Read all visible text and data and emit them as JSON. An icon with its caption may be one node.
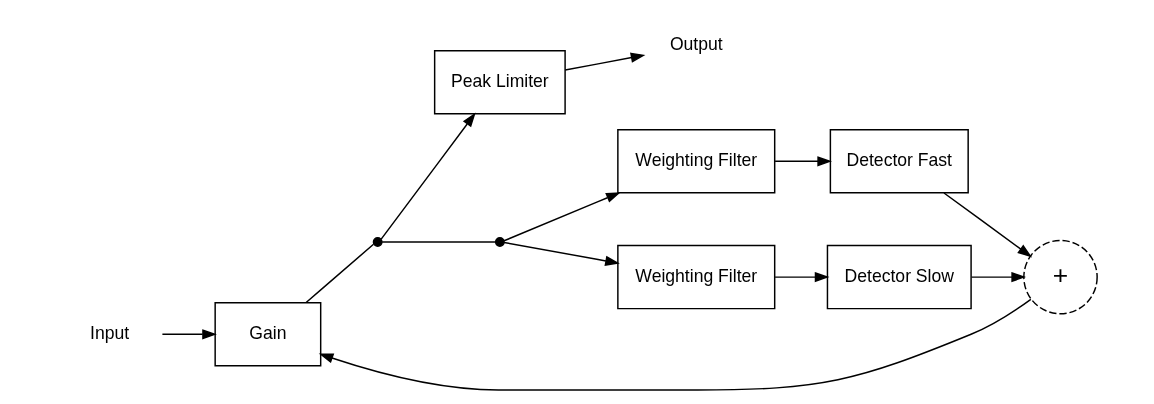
{
  "diagram": {
    "nodes": [
      {
        "text": [
          "Input"
        ]
      },
      {
        "text": [
          "Gain"
        ]
      },
      {
        "text": [],
        "shape": "circle"
      },
      {
        "text": [
          "Peak Limiter"
        ]
      },
      {
        "text": [
          "Output"
        ]
      },
      {
        "text": [
          "Detector Fast"
        ]
      },
      {
        "text": [
          "Weighting Filter"
        ]
      },
      {
        "text": [],
        "shape": "circle"
      },
      {
        "text": [
          "+"
        ]
      },
      {
        "text": [
          "Detector Slow"
        ]
      },
      {
        "text": [
          "Weighting Filter"
        ]
      }
    ],
    "edges": [
      {
        "from": 0,
        "to": 1,
        "arrow": "to"
      },
      {
        "from": 1,
        "to": 2,
        "arrow": "none"
      },
      {
        "from": 2,
        "to": 3,
        "arrow": "to"
      },
      {
        "from": 3,
        "to": 4,
        "arrow": "to"
      },
      {
        "from": 2,
        "to": 7,
        "arrow": "none"
      },
      {
        "from": 7,
        "to": 6,
        "arrow": "to"
      },
      {
        "from": 7,
        "to": 10,
        "arrow": "to"
      },
      {
        "from": 6,
        "to": 5,
        "arrow": "to"
      },
      {
        "from": 10,
        "to": 9,
        "arrow": "to"
      },
      {
        "from": 5,
        "to": 8,
        "arrow": "to"
      },
      {
        "from": 9,
        "to": 8,
        "arrow": "to"
      },
      {
        "from": 8,
        "to": 1,
        "arrow": "to"
      }
    ]
  }
}
